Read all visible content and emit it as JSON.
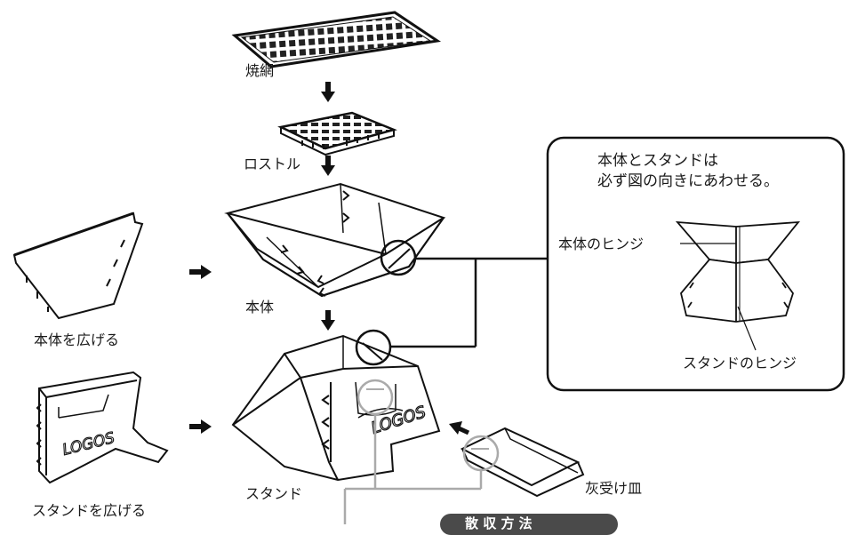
{
  "labels": {
    "grill_net": "焼網",
    "rostle": "ロストル",
    "body": "本体",
    "stand": "スタンド",
    "ash_tray": "灰受け皿",
    "open_body": "本体を広げる",
    "open_stand": "スタンドを広げる"
  },
  "callout": {
    "line1": "本体とスタンドは",
    "line2": "必ず図の向きにあわせる。",
    "body_hinge": "本体のヒンジ",
    "stand_hinge": "スタンドのヒンジ"
  },
  "logo_text": "LOGOS",
  "banner": "散 収 方 法"
}
